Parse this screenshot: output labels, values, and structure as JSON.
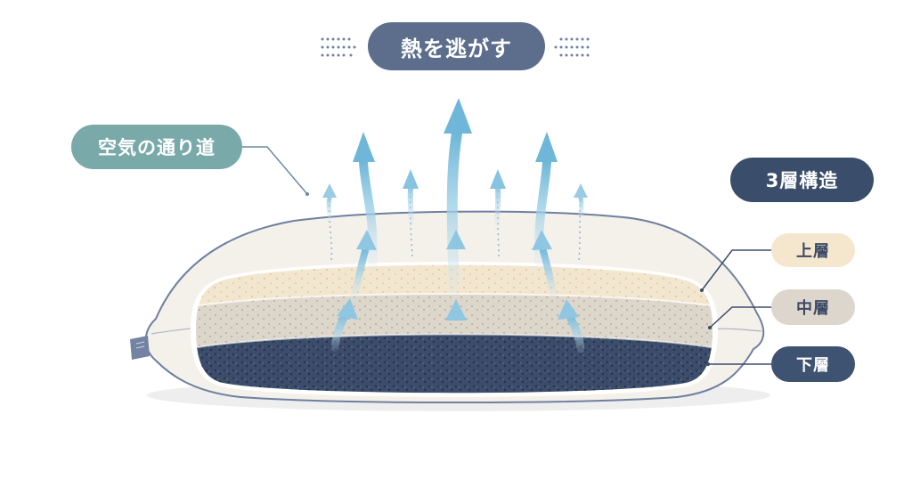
{
  "title": "熱を逃がす",
  "callouts": {
    "air_path": "空気の通り道",
    "structure": "3層構造"
  },
  "layers": {
    "upper": "上層",
    "middle": "中層",
    "lower": "下層"
  },
  "colors": {
    "title_bg": "#5c6e8c",
    "air_path_bg": "#7aa9aa",
    "structure_bg": "#3a4d6a",
    "upper_layer": "#f3e6cf",
    "middle_layer": "#ddd6cb",
    "lower_layer": "#3c4d6b",
    "pillow_fill": "#f4f1ea",
    "pillow_outline": "#6f80a0",
    "arrow": "#7fbfde"
  },
  "icons": {
    "heat_flow": "dotted-lines-icon",
    "airflow": "arrow-up-icon"
  }
}
